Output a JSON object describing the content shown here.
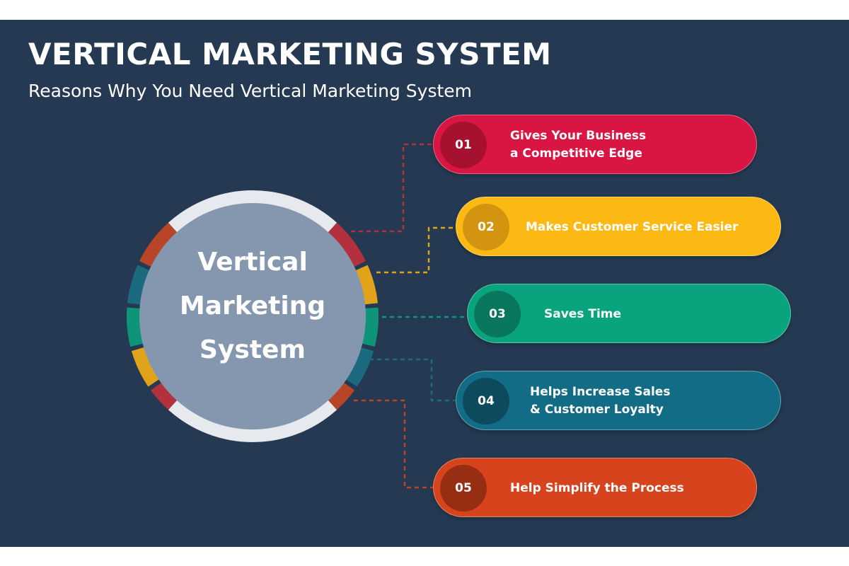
{
  "header": {
    "title": "VERTICAL MARKETING SYSTEM",
    "subtitle": "Reasons Why You Need Vertical Marketing System"
  },
  "center": {
    "label": "Vertical\nMarketing\nSystem"
  },
  "colors": {
    "background": "#253a52",
    "circle_fill": "#8596af",
    "ring": "#e6e9ee",
    "connector_red": "#b3303d",
    "connector_yellow": "#e1a31a",
    "connector_green": "#0e9579",
    "connector_teal": "#1b6a7f",
    "connector_orange": "#b84527"
  },
  "items": [
    {
      "number": "01",
      "label": "Gives Your Business\na Competitive Edge",
      "color": "#d81543",
      "badge_color": "#a6112f"
    },
    {
      "number": "02",
      "label": "Makes Customer Service Easier",
      "color": "#fdb913",
      "badge_color": "#d39410"
    },
    {
      "number": "03",
      "label": "Saves Time",
      "color": "#09a37d",
      "badge_color": "#08775d"
    },
    {
      "number": "04",
      "label": "Helps Increase Sales\n& Customer Loyalty",
      "color": "#136c86",
      "badge_color": "#0d4a5d"
    },
    {
      "number": "05",
      "label": "Help Simplify the Process",
      "color": "#d6431c",
      "badge_color": "#972e14"
    }
  ]
}
